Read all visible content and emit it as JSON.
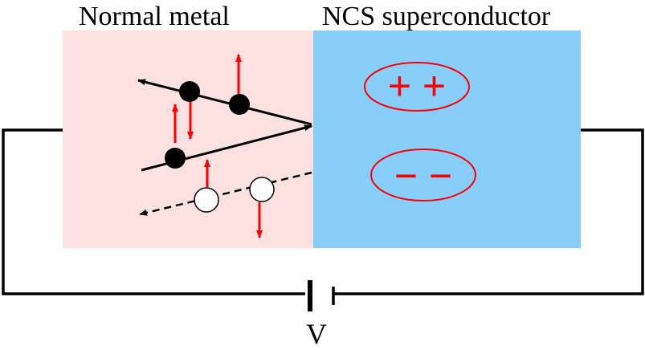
{
  "labels": {
    "normal_metal": "Normal metal",
    "superconductor": "NCS superconductor",
    "voltage": "V"
  },
  "charges": {
    "top": "+ +",
    "bottom": "− −"
  },
  "colors": {
    "normal_metal_fill": "#fde0e0",
    "superconductor_fill": "#87cefa",
    "spin_arrow": "#ff0000",
    "charge_text": "#ff0000",
    "circuit": "#000000"
  }
}
